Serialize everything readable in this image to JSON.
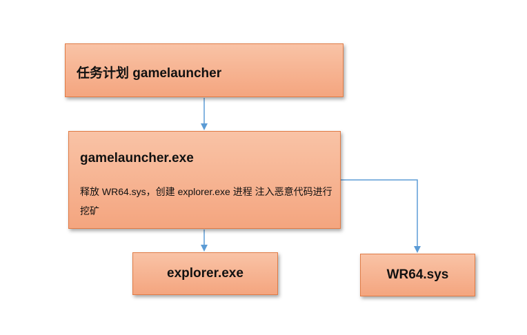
{
  "nodes": {
    "task": {
      "label": "任务计划 gamelauncher"
    },
    "exe": {
      "label": "gamelauncher.exe",
      "description": "释放 WR64.sys，创建 explorer.exe 进程 注入恶意代码进行挖矿"
    },
    "explorer": {
      "label": "explorer.exe"
    },
    "wr64": {
      "label": "WR64.sys"
    }
  },
  "edges": [
    {
      "from": "task",
      "to": "exe"
    },
    {
      "from": "exe",
      "to": "explorer"
    },
    {
      "from": "exe",
      "to": "wr64"
    }
  ],
  "colors": {
    "box_fill_top": "#f9c3a6",
    "box_fill_bottom": "#f4a57f",
    "box_border": "#e07b45",
    "arrow": "#5b9bd5"
  }
}
